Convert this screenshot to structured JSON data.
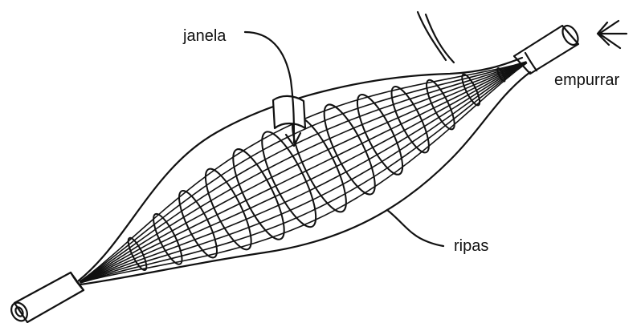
{
  "labels": {
    "window": "janela",
    "push": "empurrar",
    "slats": "ripas"
  },
  "colors": {
    "ink": "#111111",
    "background": "#ffffff"
  }
}
